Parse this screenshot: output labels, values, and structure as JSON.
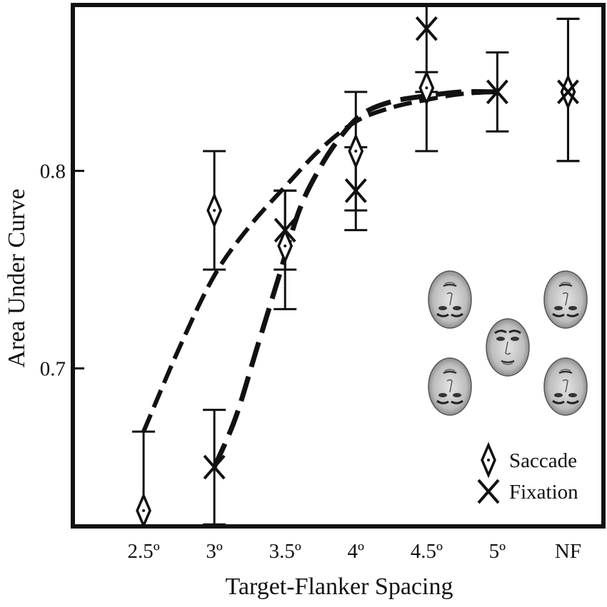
{
  "chart_data": {
    "type": "scatter",
    "title": "",
    "xlabel": "Target-Flanker Spacing",
    "ylabel": "Area Under Curve",
    "categories": [
      "2.5º",
      "3º",
      "3.5º",
      "4º",
      "4.5º",
      "5º",
      "NF"
    ],
    "category_x": [
      2.5,
      3.0,
      3.5,
      4.0,
      4.5,
      5.0,
      5.5
    ],
    "xlim": [
      2.0,
      5.75
    ],
    "ylim": [
      0.62,
      0.884
    ],
    "yticks": [
      0.7,
      0.8
    ],
    "ytick_labels": [
      "0.7",
      "0.8"
    ],
    "grid": false,
    "legend_position": "bottom-right",
    "series": [
      {
        "name": "Saccade",
        "marker": "diamond",
        "points": [
          {
            "x": 2.5,
            "y": 0.628,
            "err_low": 0.62,
            "err_high": 0.668
          },
          {
            "x": 3.0,
            "y": 0.78,
            "err_low": 0.75,
            "err_high": 0.81
          },
          {
            "x": 3.5,
            "y": 0.762,
            "err_low": 0.73,
            "err_high": 0.79
          },
          {
            "x": 4.0,
            "y": 0.81,
            "err_low": 0.78,
            "err_high": 0.84
          },
          {
            "x": 4.5,
            "y": 0.842,
            "err_low": 0.81,
            "err_high": 0.85
          },
          {
            "x": 5.5,
            "y": 0.84,
            "err_low": 0.805,
            "err_high": 0.877
          }
        ],
        "fit_curve": {
          "x": [
            2.5,
            2.75,
            3.0,
            3.25,
            3.5,
            3.75,
            4.0,
            4.25,
            4.5,
            4.75,
            5.0
          ],
          "y": [
            0.668,
            0.71,
            0.747,
            0.772,
            0.792,
            0.811,
            0.825,
            0.832,
            0.836,
            0.839,
            0.84
          ]
        }
      },
      {
        "name": "Fixation",
        "marker": "x",
        "points": [
          {
            "x": 3.0,
            "y": 0.65,
            "err_low": 0.621,
            "err_high": 0.679
          },
          {
            "x": 3.5,
            "y": 0.77,
            "err_low": 0.75,
            "err_high": 0.79
          },
          {
            "x": 4.0,
            "y": 0.79,
            "err_low": 0.77,
            "err_high": 0.812
          },
          {
            "x": 4.5,
            "y": 0.872,
            "err_low": 0.84,
            "err_high": 0.884
          },
          {
            "x": 5.0,
            "y": 0.84,
            "err_low": 0.82,
            "err_high": 0.86
          },
          {
            "x": 5.5,
            "y": 0.84,
            "err_low": 0.805,
            "err_high": 0.877
          }
        ],
        "fit_curve": {
          "x": [
            3.0,
            3.15,
            3.3,
            3.45,
            3.6,
            3.75,
            3.9,
            4.05,
            4.25,
            4.5,
            4.75,
            5.0
          ],
          "y": [
            0.65,
            0.675,
            0.71,
            0.745,
            0.78,
            0.802,
            0.818,
            0.829,
            0.835,
            0.838,
            0.84,
            0.84
          ]
        }
      }
    ]
  },
  "inset": {
    "description_icon": "face-crowding-stimulus-icon"
  }
}
